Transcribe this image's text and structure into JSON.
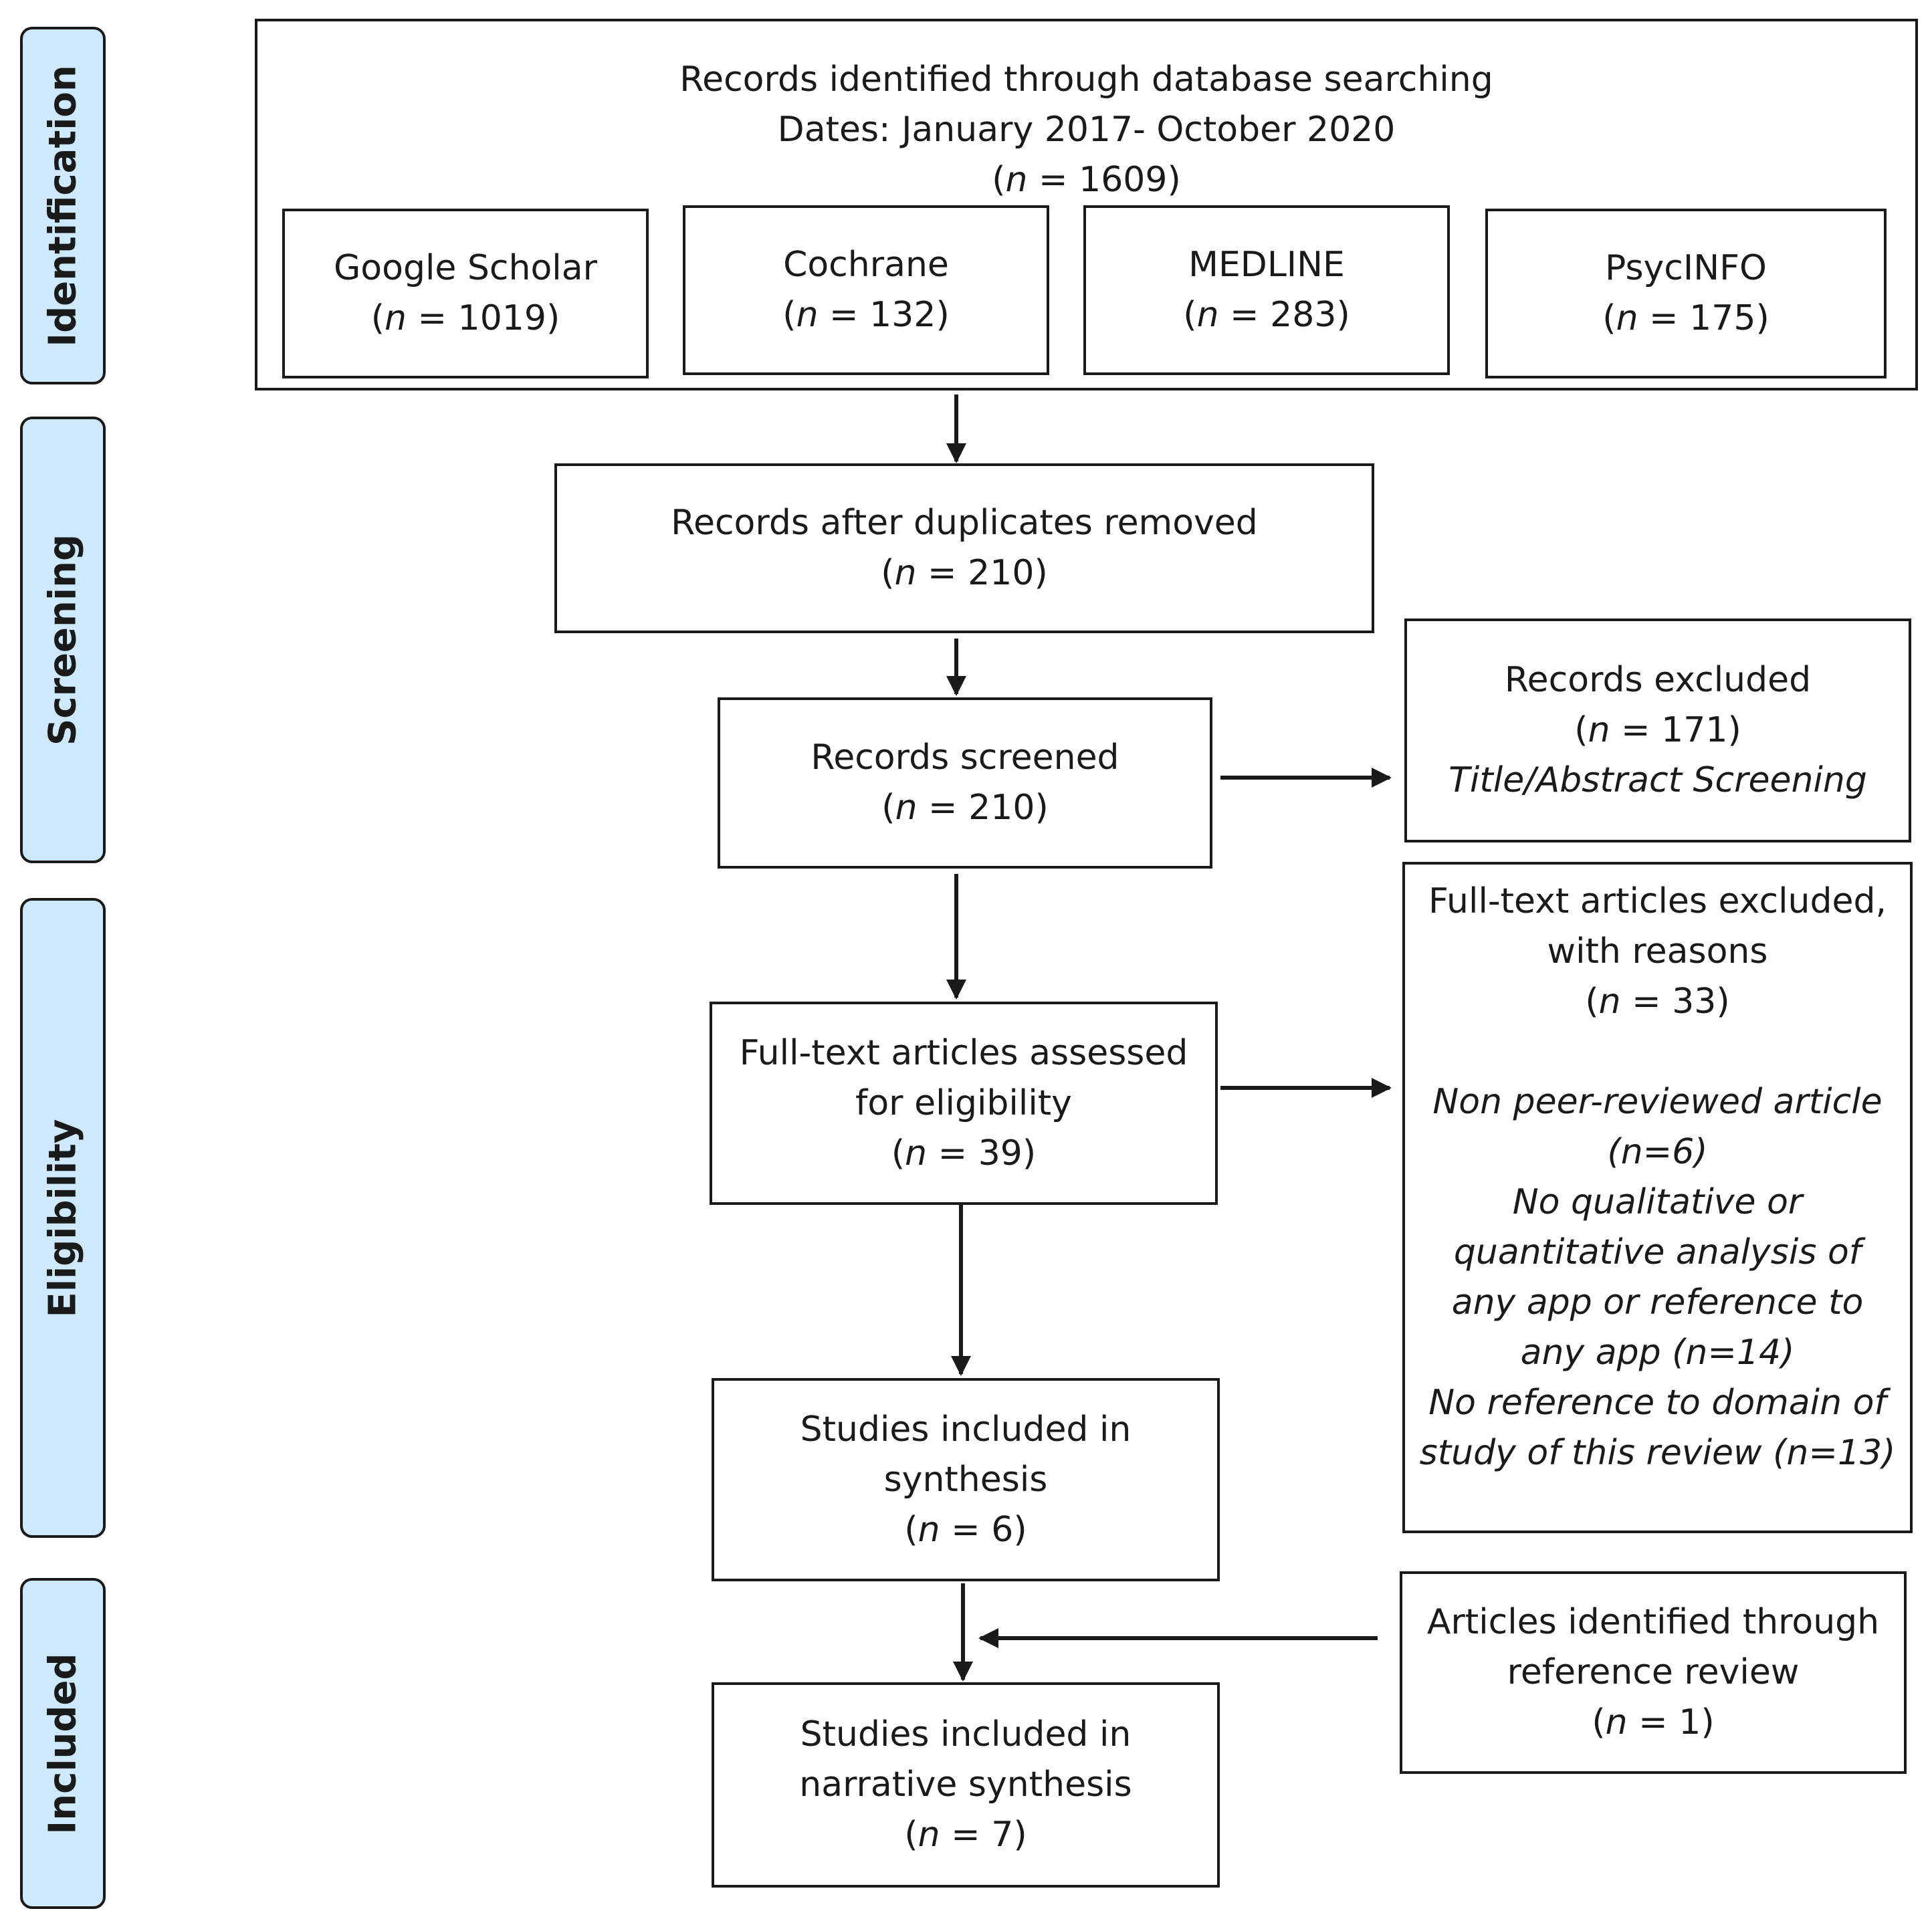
{
  "stages": {
    "identification": "Identification",
    "screening": "Screening",
    "eligibility": "Eligibility",
    "included": "Included"
  },
  "identified": {
    "line1": "Records identified through database searching",
    "line2": "Dates: January 2017- October 2020",
    "count": "1609"
  },
  "sources": [
    {
      "name": "Google Scholar",
      "count": "1019"
    },
    {
      "name": "Cochrane",
      "count": "132"
    },
    {
      "name": "MEDLINE",
      "count": "283"
    },
    {
      "name": "PsycINFO",
      "count": "175"
    }
  ],
  "duplicates_removed": {
    "label": "Records after duplicates removed",
    "count": "210"
  },
  "screened": {
    "label": "Records screened",
    "count": "210"
  },
  "excluded": {
    "label": "Records excluded",
    "count": "171",
    "note": "Title/Abstract Screening"
  },
  "fulltext_assessed": {
    "line1": "Full-text articles assessed",
    "line2": "for eligibility",
    "count": "39"
  },
  "fulltext_excluded": {
    "line1": "Full-text articles excluded,",
    "line2": "with reasons",
    "count": "33",
    "reasons": [
      "Non peer-reviewed article",
      "(n=6)",
      "No qualitative or",
      "quantitative analysis of",
      "any app or reference to",
      "any app (n=14)",
      "No reference to domain of",
      "study of this review (n=13)"
    ]
  },
  "synthesis": {
    "line1": "Studies included in",
    "line2": "synthesis",
    "count": "6"
  },
  "reference_review": {
    "line1": "Articles identified through",
    "line2": "reference review",
    "count": "1"
  },
  "narrative": {
    "line1": "Studies included in",
    "line2": "narrative synthesis",
    "count": "7"
  },
  "n_symbol": "n",
  "n_prefix": "(",
  "n_infix": " = ",
  "n_suffix": ")"
}
